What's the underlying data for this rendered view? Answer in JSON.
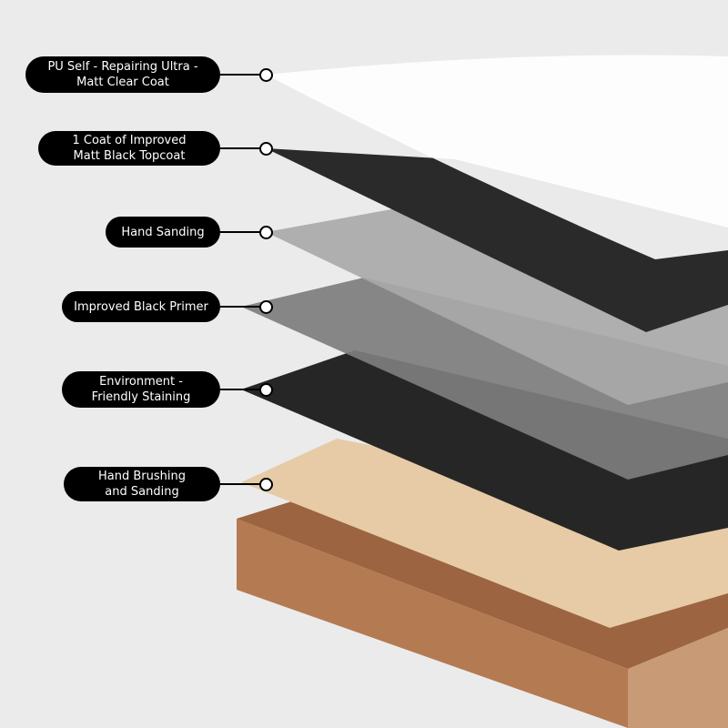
{
  "layers": [
    {
      "line1": "PU Self - Repairing Ultra -",
      "line2": "Matt Clear Coat"
    },
    {
      "line1": "1 Coat of Improved",
      "line2": "Matt Black Topcoat"
    },
    {
      "line1": "Hand Sanding",
      "line2": ""
    },
    {
      "line1": "Improved Black Primer",
      "line2": ""
    },
    {
      "line1": "Environment -",
      "line2": "Friendly Staining"
    },
    {
      "line1": "Hand Brushing",
      "line2": "and Sanding"
    }
  ],
  "colors": {
    "clear_coat": "#ffffff",
    "topcoat": "#2a2a2a",
    "sanding": "#a9a9a9",
    "primer": "#7d7d7d",
    "staining": "#262626",
    "veneer": "#e6cba6",
    "wood": "#b47a52"
  }
}
